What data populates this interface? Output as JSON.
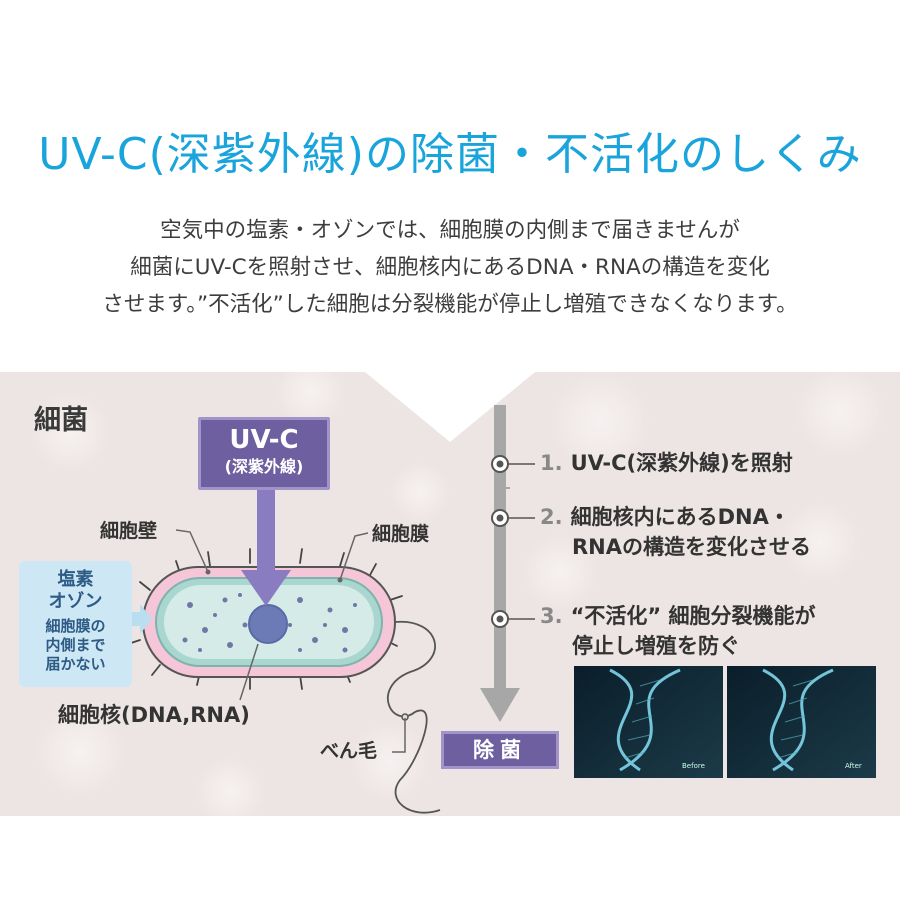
{
  "title": "UV-C(深紫外線)の除菌・不活化のしくみ",
  "intro": {
    "line1": "空気中の塩素・オゾンでは、細胞膜の内側まで届きませんが",
    "line2": "細菌にUV-Cを照射させ、細胞核内にあるDNA・RNAの構造を変化",
    "line3": "させます。”不活化”した細胞は分裂機能が停止し増殖できなくなります。"
  },
  "diagram": {
    "bacteria_title": "細菌",
    "uv_box": {
      "line1": "UV-C",
      "line2": "(深紫外線)"
    },
    "labels": {
      "cell_wall": "細胞壁",
      "cell_membrane": "細胞膜",
      "nucleus": "細胞核(DNA,RNA)",
      "flagellum": "べん毛"
    },
    "ozone_box": {
      "line1": "塩素",
      "line2": "オゾン",
      "line3": "細胞膜の",
      "line4": "内側まで",
      "line5": "届かない"
    },
    "steps": [
      {
        "num": "1.",
        "line1": "UV-C(深紫外線)を照射",
        "line2": ""
      },
      {
        "num": "2.",
        "line1": "細胞核内にあるDNA・",
        "line2": "RNAの構造を変化させる"
      },
      {
        "num": "3.",
        "line1": "“不活化” 細胞分裂機能が",
        "line2": "停止し増殖を防ぐ"
      }
    ],
    "final_label": "除菌",
    "photos": {
      "before": "Before",
      "after": "After"
    }
  },
  "colors": {
    "title": "#1aa4dc",
    "accent_purple": "#6d5fa0",
    "panel_bg": "#ede5e3"
  }
}
